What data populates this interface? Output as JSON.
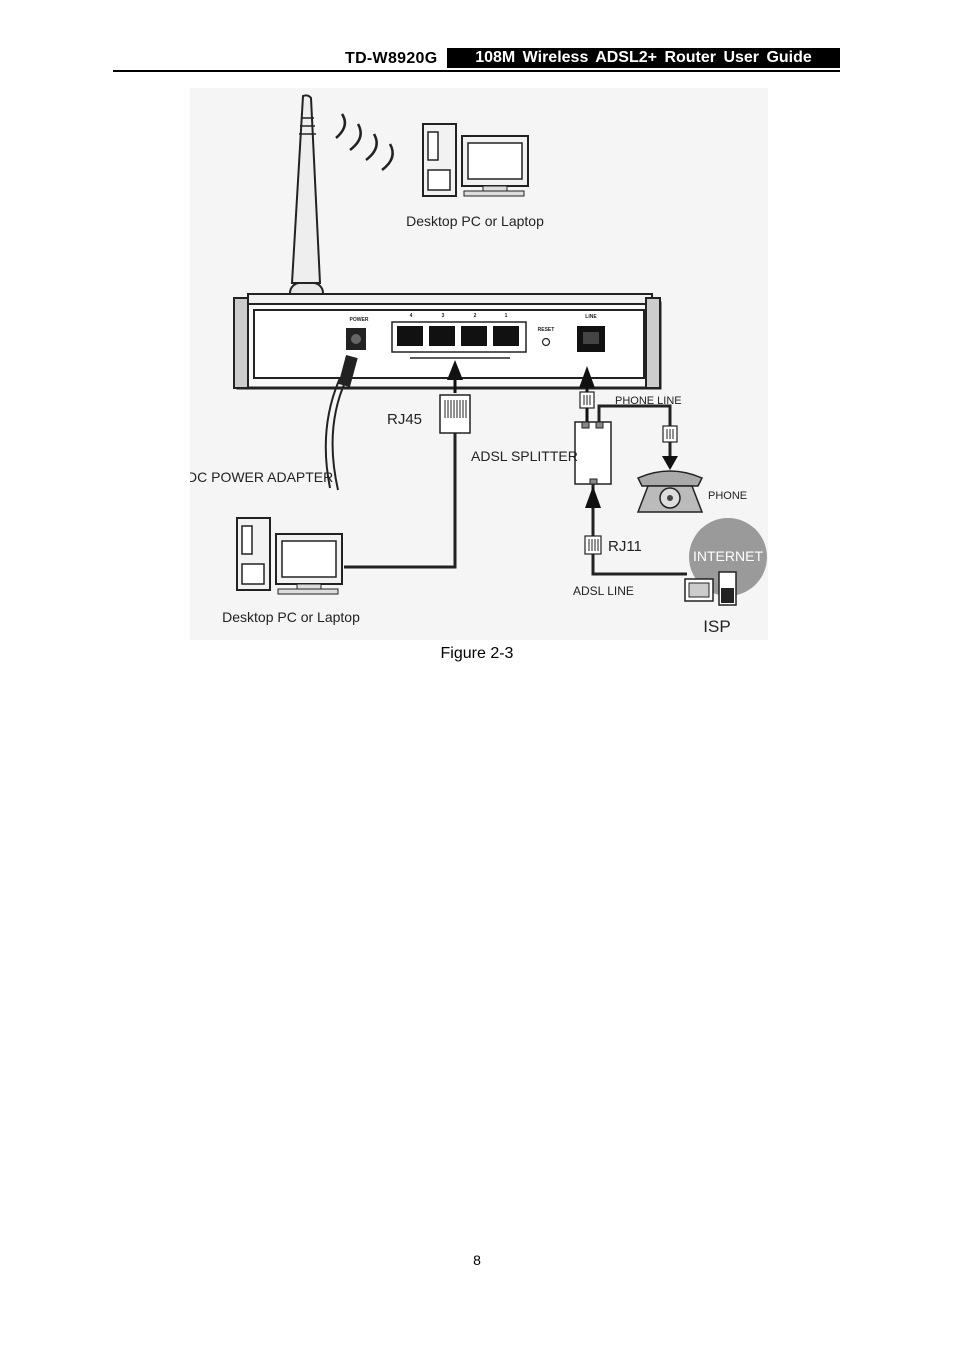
{
  "header": {
    "model": "TD-W8920G",
    "title": "108M Wireless ADSL2+ Router User Guide"
  },
  "figure": {
    "caption": "Figure 2-3",
    "labels": {
      "desktop_top": "Desktop PC or Laptop",
      "desktop_bottom": "Desktop PC or Laptop",
      "power": "POWER",
      "port_4": "4",
      "port_3": "3",
      "port_2": "2",
      "port_1": "1",
      "reset": "RESET",
      "line": "LINE",
      "rj45": "RJ45",
      "phone_line": "PHONE LINE",
      "adsl_splitter": "ADSL SPLITTER",
      "dc_power_adapter": "DC POWER ADAPTER",
      "phone": "PHONE",
      "rj11": "RJ11",
      "internet": "INTERNET",
      "adsl_line": "ADSL LINE",
      "isp": "ISP"
    }
  },
  "footer": {
    "page_number": "8"
  }
}
